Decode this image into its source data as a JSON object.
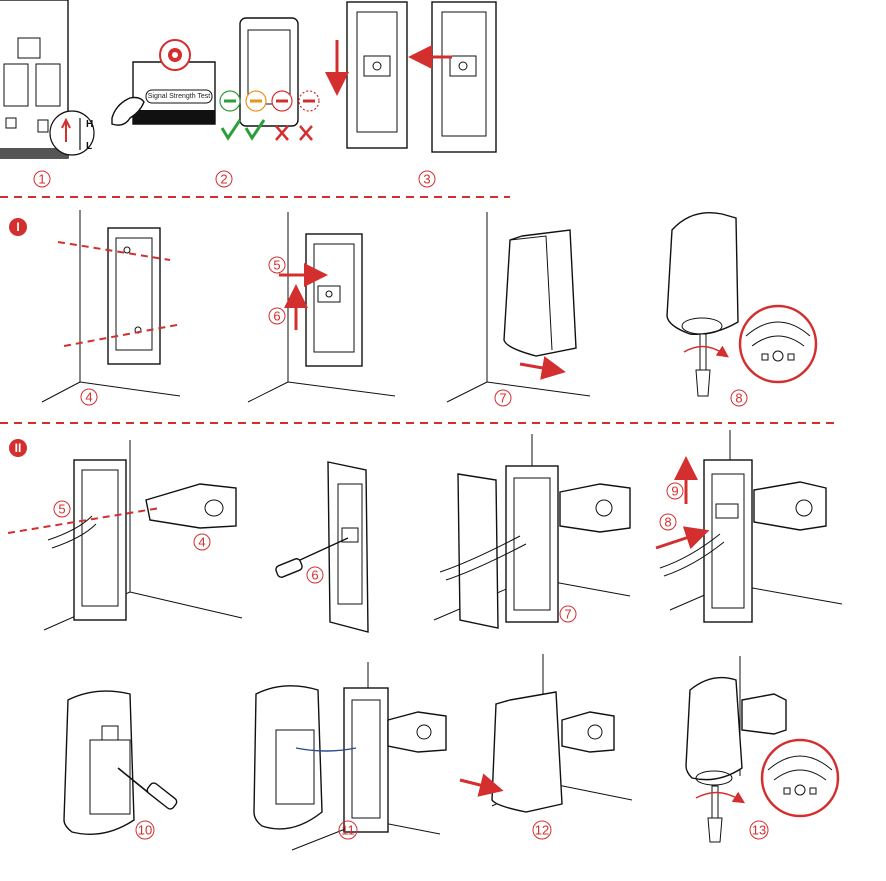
{
  "steps": {
    "s1": "1",
    "s2": "2",
    "s3": "3",
    "s4": "4",
    "s5": "5",
    "s6": "6",
    "s7": "7",
    "s8": "8",
    "t4": "4",
    "t5": "5",
    "t6": "6",
    "t7": "7",
    "t8": "8",
    "t9": "9",
    "s10": "10",
    "s11": "11",
    "s12": "12",
    "s13": "13"
  },
  "sections": {
    "one": "I",
    "two": "II"
  },
  "labels": {
    "signal_test": "Signal Strength Test",
    "high": "H",
    "low": "L"
  },
  "colors": {
    "accent": "#d32f2f",
    "ok": "#2e9e3a",
    "line": "#111111"
  }
}
